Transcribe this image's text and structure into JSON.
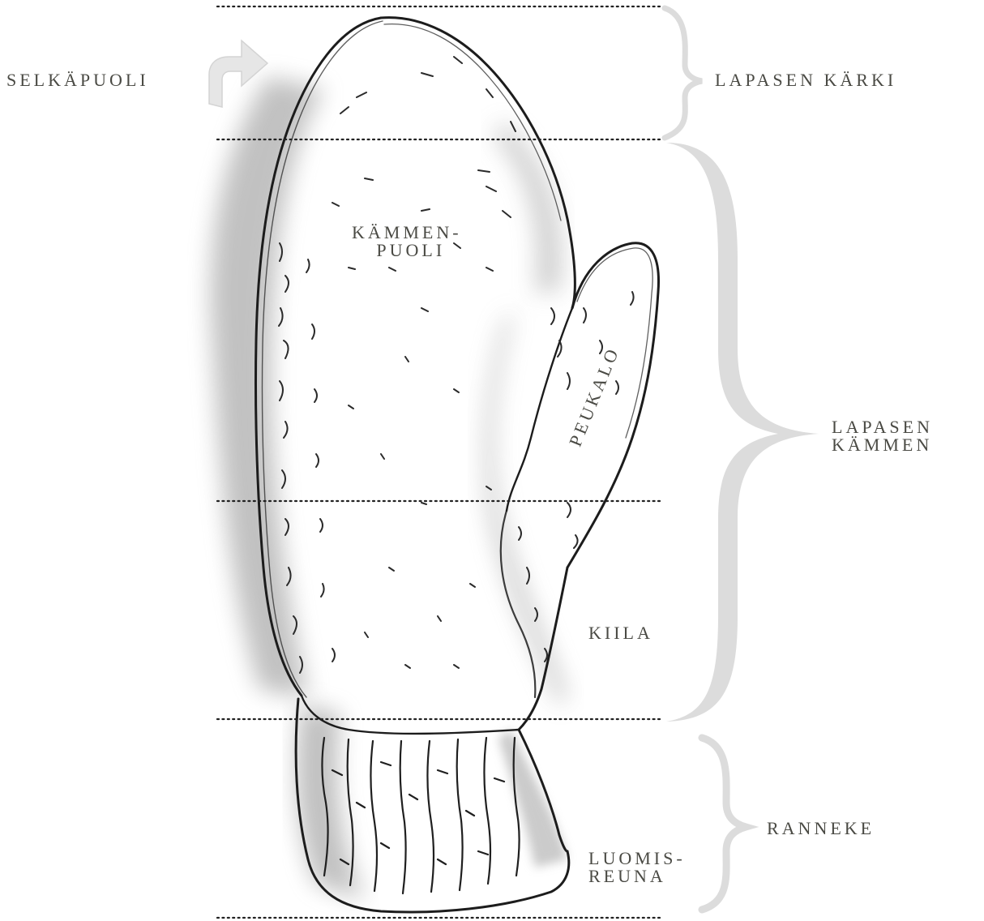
{
  "labels": {
    "back_side": "SELKÄPUOLI",
    "mitten_tip": "LAPASEN KÄRKI",
    "palm_side": [
      "KÄMMEN-",
      "PUOLI"
    ],
    "thumb": "PEUKALO",
    "mitten_palm": [
      "LAPASEN",
      "KÄMMEN"
    ],
    "gusset": "KIILA",
    "cuff": "RANNEKE",
    "cast_on_edge": [
      "LUOMIS-",
      "REUNA"
    ]
  },
  "colors": {
    "text": "#4a4a44",
    "brace": "#dcdcdc",
    "sketch_line": "#1c1c1c",
    "shading": "#9a9a9a",
    "dotted_line": "#222222"
  },
  "icons": {
    "back_arrow": "curved-arrow-icon"
  }
}
